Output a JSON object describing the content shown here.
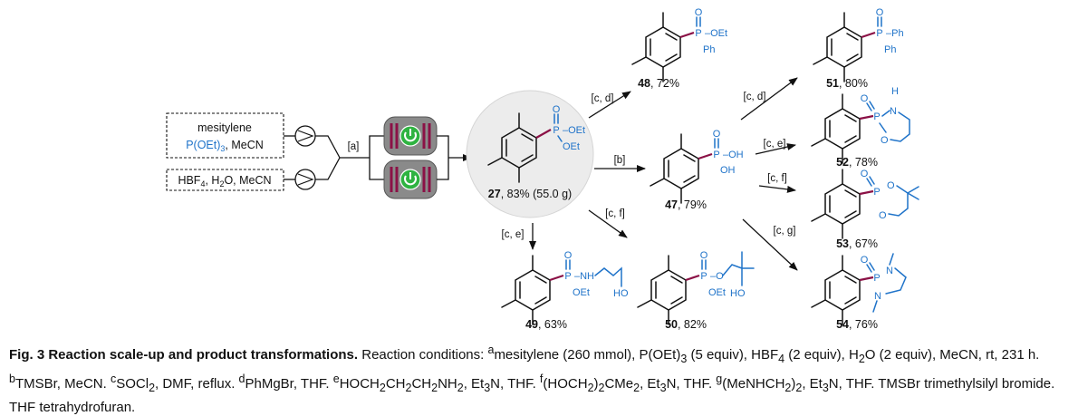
{
  "feed_a": {
    "line1": "mesitylene",
    "line2": "P(OEt)",
    "line2_sub": "3",
    "line2_rest": ", MeCN"
  },
  "feed_b": {
    "pre": "HBF",
    "sub": "4",
    "mid": ", H",
    "sub2": "2",
    "post": "O, MeCN"
  },
  "mix_label": "[a]",
  "compounds": {
    "c27": {
      "num": "27",
      "rest": ", 83% (55.0 g)"
    },
    "c47": {
      "num": "47",
      "rest": ", 79%"
    },
    "c48": {
      "num": "48",
      "rest": ", 72%"
    },
    "c49": {
      "num": "49",
      "rest": ", 63%"
    },
    "c50": {
      "num": "50",
      "rest": ", 82%"
    },
    "c51": {
      "num": "51",
      "rest": ", 80%"
    },
    "c52": {
      "num": "52",
      "rest": ", 78%"
    },
    "c53": {
      "num": "53",
      "rest": ", 67%"
    },
    "c54": {
      "num": "54",
      "rest": ", 76%"
    }
  },
  "conditions": {
    "to48": "[c, d]",
    "to47": "[b]",
    "to49": "[c, e]",
    "to50": "[c, f]",
    "to51": "[c, d]",
    "to52": "[c, e]",
    "to53": "[c, f]",
    "to54": "[c, g]"
  },
  "atoms": {
    "P": "P",
    "O": "O",
    "OEt": "OEt",
    "Ph": "Ph",
    "OH": "OH",
    "NH": "NH",
    "H": "H",
    "N": "N",
    "HO": "HO",
    "OEt_right": "–OEt",
    "Ph_right": "–Ph",
    "OH_right": "–OH",
    "NH_right": "–NH",
    "O_right": "–O"
  },
  "caption": {
    "fig": "Fig. 3",
    "title": "Reaction scale-up and product transformations.",
    "intro": "Reaction conditions: ",
    "a_sup": "a",
    "a1": "mesitylene (260 mmol), P(OEt)",
    "a1_sub": "3",
    "a2": " (5 equiv), HBF",
    "a2_sub": "4",
    "a3": " (2 equiv), H",
    "a3_sub": "2",
    "a4": "O (2 equiv), MeCN, rt, 231 h. ",
    "b_sup": "b",
    "b": "TMSBr, MeCN. ",
    "c_sup": "c",
    "c1": "SOCl",
    "c1_sub": "2",
    "c2": ", DMF, reflux. ",
    "d_sup": "d",
    "d": "PhMgBr, THF. ",
    "e_sup": "e",
    "e1": "HOCH",
    "e1_sub": "2",
    "e2": "CH",
    "e2_sub": "2",
    "e3": "CH",
    "e3_sub": "2",
    "e4": "NH",
    "e4_sub": "2",
    "e5": ", Et",
    "e5_sub": "3",
    "e6": "N, THF. ",
    "f_sup": "f",
    "f1": "(HOCH",
    "f1_sub": "2",
    "f2": ")",
    "f2_sub": "2",
    "f3": "CMe",
    "f3_sub": "2",
    "f4": ", Et",
    "f4_sub": "3",
    "f5": "N, THF. ",
    "g_sup": "g",
    "g1": "(MeNHCH",
    "g1_sub": "2",
    "g2": ")",
    "g2_sub": "2",
    "g3": ", Et",
    "g3_sub": "3",
    "g4": "N, THF. TMSBr trimethylsilyl bromide. THF tetrahydrofuran."
  }
}
